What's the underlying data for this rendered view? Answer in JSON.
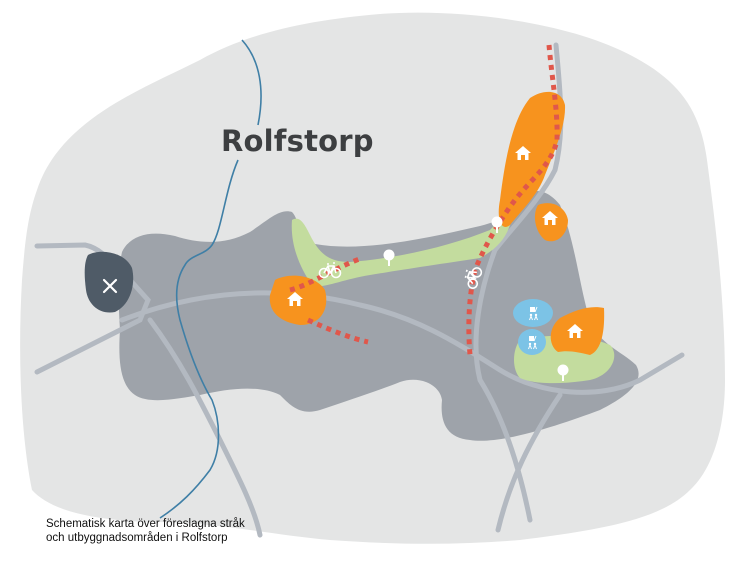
{
  "map": {
    "title": "Rolfstorp",
    "caption": "Schematisk karta över föreslagna stråk och utbyggnadsområden i Rolfstorp",
    "colors": {
      "background": "#ffffff",
      "land": "#e4e5e5",
      "urban_area": "#9ea3aa",
      "industrial_area": "#4f5b67",
      "roads": "#b3b9c1",
      "stream": "#3f7fa6",
      "housing_expansion": "#f7931e",
      "green_area": "#c3dc9e",
      "school_service": "#7cc3e6",
      "proposed_path": "#e0574b",
      "title_text": "#3d3f41"
    },
    "legend_symbols": [
      {
        "name": "industry",
        "icon": "tools-icon"
      },
      {
        "name": "housing",
        "icon": "house-icon"
      },
      {
        "name": "park",
        "icon": "tree-icon"
      },
      {
        "name": "bicycle path",
        "icon": "bicycle-icon"
      },
      {
        "name": "school / preschool",
        "icon": "school-icon"
      }
    ]
  }
}
